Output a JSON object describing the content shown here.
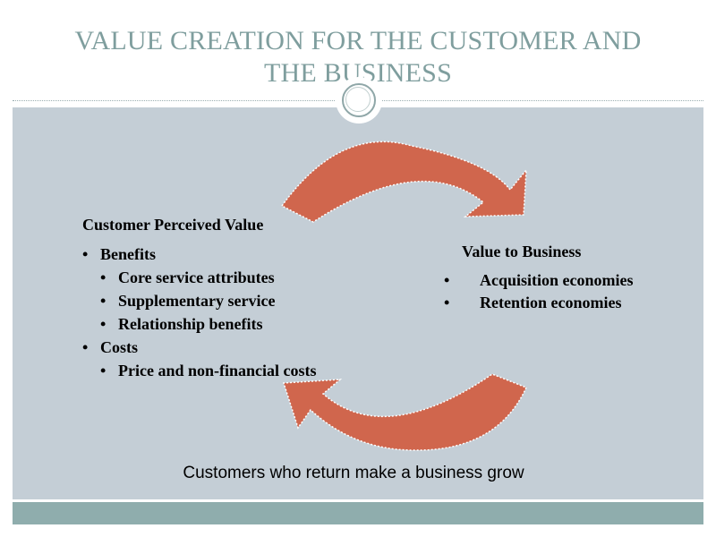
{
  "slide": {
    "title_line1": "VALUE CREATION FOR THE CUSTOMER AND",
    "title_line2": "THE BUSINESS",
    "left": {
      "heading": "Customer Perceived Value",
      "items": [
        {
          "level": 1,
          "bullet": "•",
          "text": "Benefits"
        },
        {
          "level": 2,
          "bullet": "•",
          "text": "Core service attributes"
        },
        {
          "level": 2,
          "bullet": "•",
          "text": "Supplementary service"
        },
        {
          "level": 2,
          "bullet": "•",
          "text": "Relationship benefits"
        },
        {
          "level": 1,
          "bullet": "•",
          "text": "Costs"
        },
        {
          "level": 2,
          "bullet": "•",
          "text": "Price and non-financial costs"
        }
      ]
    },
    "right": {
      "heading": "Value to Business",
      "items": [
        {
          "bullet": "•",
          "text": "Acquisition economies"
        },
        {
          "bullet": "•",
          "text": "Retention economies"
        }
      ]
    },
    "caption": "Customers who return make a business grow"
  },
  "colors": {
    "title": "#7f9e9e",
    "panel": "#c4ced6",
    "footer": "#8fadad",
    "arrow_fill": "#d0664d",
    "arrow_outline": "#ffffff"
  },
  "icons": {
    "top_arrow": "curved-arrow-clockwise-right",
    "bottom_arrow": "curved-arrow-clockwise-left",
    "ornament": "circle-ring-ornament"
  }
}
